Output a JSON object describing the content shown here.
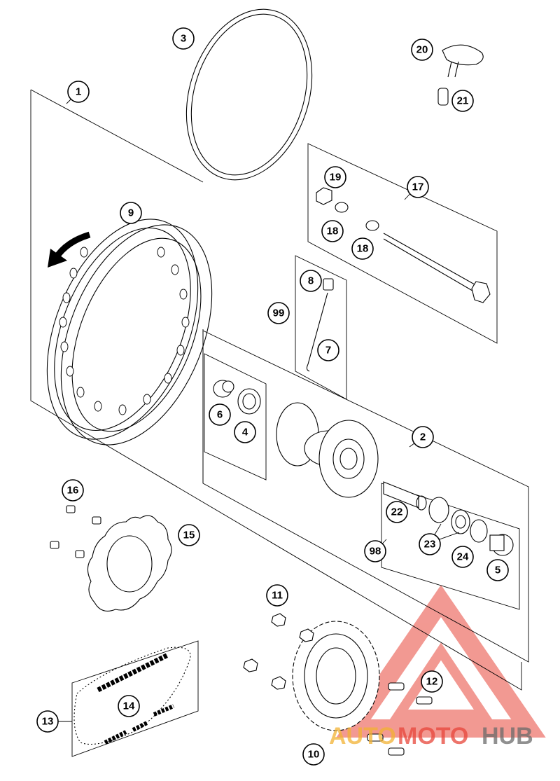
{
  "callouts": [
    {
      "label": "1"
    },
    {
      "label": "2"
    },
    {
      "label": "3"
    },
    {
      "label": "4"
    },
    {
      "label": "5"
    },
    {
      "label": "6"
    },
    {
      "label": "7"
    },
    {
      "label": "8"
    },
    {
      "label": "9"
    },
    {
      "label": "10"
    },
    {
      "label": "11"
    },
    {
      "label": "12"
    },
    {
      "label": "13"
    },
    {
      "label": "14"
    },
    {
      "label": "15"
    },
    {
      "label": "16"
    },
    {
      "label": "17"
    },
    {
      "label": "18"
    },
    {
      "label": "18"
    },
    {
      "label": "19"
    },
    {
      "label": "20"
    },
    {
      "label": "21"
    },
    {
      "label": "22"
    },
    {
      "label": "23"
    },
    {
      "label": "24"
    },
    {
      "label": "98"
    },
    {
      "label": "99"
    }
  ],
  "watermark": {
    "word1": "AUTO",
    "word2": "MOTO",
    "word3": "HUB",
    "color_primary": "#e8463a",
    "color_secondary": "#f2b233",
    "color_tertiary": "#6b6b6b"
  }
}
